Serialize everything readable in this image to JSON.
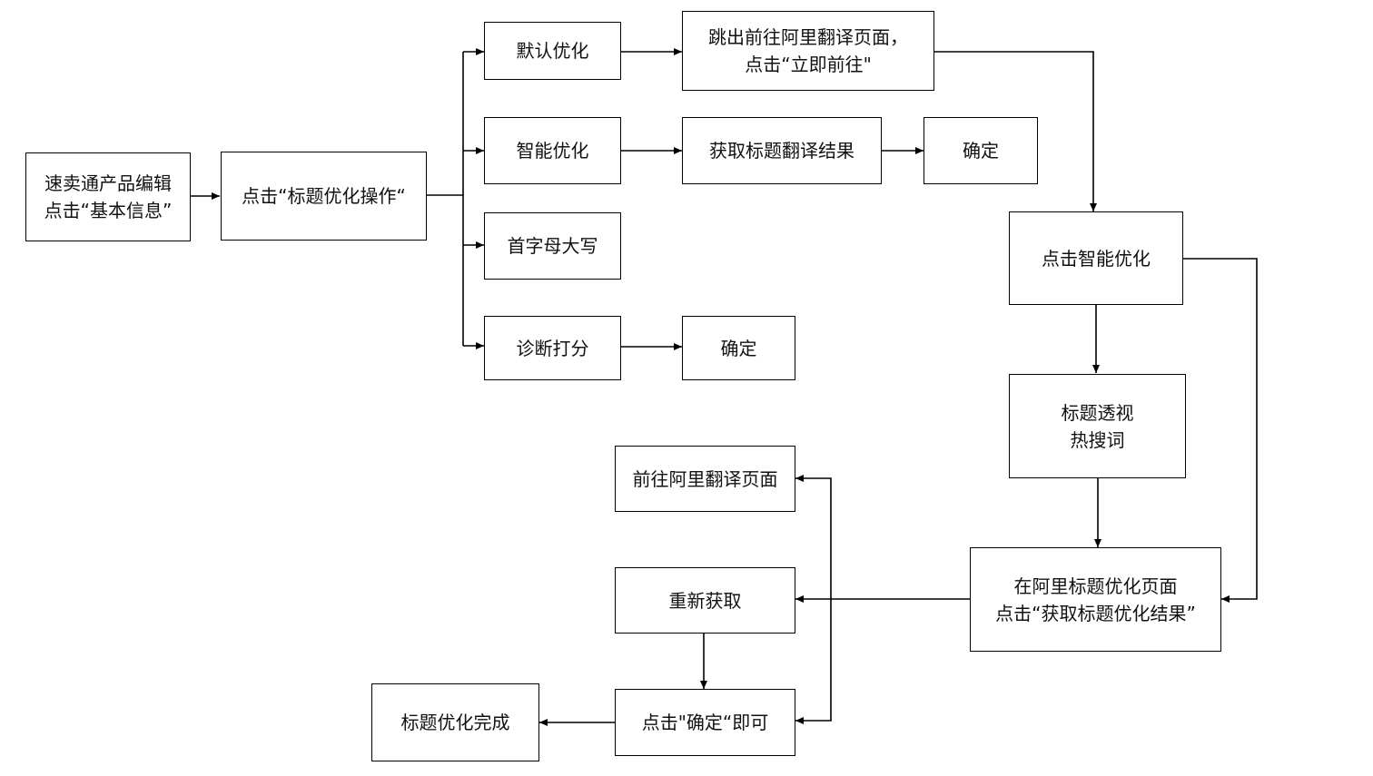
{
  "nodes": {
    "start": "速卖通产品编辑\n点击“基本信息”",
    "click_title_op": "点击“标题优化操作“",
    "default_opt": "默认优化",
    "smart_opt": "智能优化",
    "capitalize": "首字母大写",
    "diagnose": "诊断打分",
    "jump_ali": "跳出前往阿里翻译页面，\n点击“立即前往\"",
    "get_translation": "获取标题翻译结果",
    "confirm_1": "确定",
    "confirm_2": "确定",
    "click_smart": "点击智能优化",
    "title_hot": "标题透视\n热搜词",
    "ali_page": "在阿里标题优化页面\n点击“获取标题优化结果”",
    "goto_ali_trans": "前往阿里翻译页面",
    "refetch": "重新获取",
    "click_confirm": "点击\"确定“即可",
    "done": "标题优化完成"
  }
}
